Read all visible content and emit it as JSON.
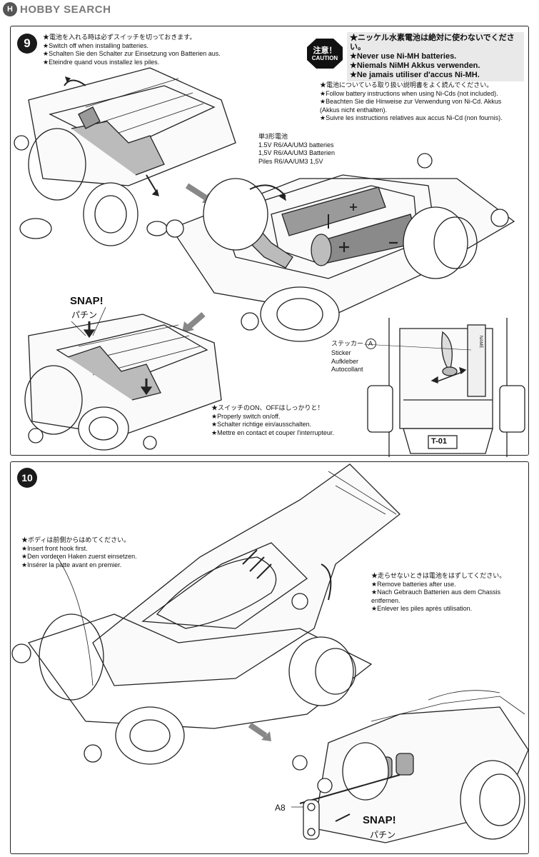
{
  "header": {
    "logo_mark": "H",
    "logo_text": "HOBBY SEARCH"
  },
  "step9": {
    "number": "9",
    "intro": [
      "★電池を入れる時は必ずスイッチを切っておきます。",
      "★Switch off when installing batteries.",
      "★Schalten Sie den Schalter zur Einsetzung von Batterien aus.",
      "★Eteindre quand vous installez les piles."
    ],
    "caution_badge": [
      "注意！",
      "CAUTION"
    ],
    "caution_lines": [
      "★ニッケル水素電池は絶対に使わないでください。",
      "★Never use Ni-MH batteries.",
      "★Niemals NiMH Akkus verwenden.",
      "★Ne jamais utiliser d'accus Ni-MH."
    ],
    "battery_instructions": [
      "★電池についている取り扱い説明書をよく読んでください。",
      "★Follow battery instructions when using Ni-Cds (not included).",
      "★Beachten Sie die Hinweise zur Verwendung von Ni-Cd. Akkus",
      "(Akkus nicht enthalten).",
      "★Suivre les instructions relatives aux accus Ni-Cd (non fournis)."
    ],
    "battery_label": [
      "単3形電池",
      "1.5V R6/AA/UM3 batteries",
      "1,5V R6/AA/UM3 Batterien",
      "Piles R6/AA/UM3 1,5V"
    ],
    "snap": "SNAP!",
    "snap_jp": "パチン",
    "sticker_label": [
      "ステッカー",
      "Sticker",
      "Aufkleber",
      "Autocollant"
    ],
    "sticker_part": "A",
    "switch_note": [
      "★スイッチのON、OFFはしっかりと！",
      "★Properly switch on/off.",
      "★Schalter richtige ein/ausschalten.",
      "★Mettre en contact et couper l'interrupteur."
    ],
    "sticker_text_name": "NAME",
    "sticker_text_model": "T-01"
  },
  "step10": {
    "number": "10",
    "body_note": [
      "★ボディは前側からはめてください。",
      "★Insert front hook first.",
      "★Den vorderen Haken zuerst einsetzen.",
      "★Insérer la patte avant en premier."
    ],
    "remove_note": [
      "★走らせないときは電池をはずしてください。",
      "★Remove batteries after use.",
      "★Nach Gebrauch Batterien aus dem Chassis",
      "entfernen.",
      "★Enlever les piles après utilisation."
    ],
    "part_label": "A8",
    "snap": "SNAP!",
    "snap_jp": "パチン"
  },
  "colors": {
    "ink": "#111111",
    "panel_border": "#222222",
    "caution_bg": "#e9e9e9",
    "part_gray": "#8a8a8a"
  }
}
